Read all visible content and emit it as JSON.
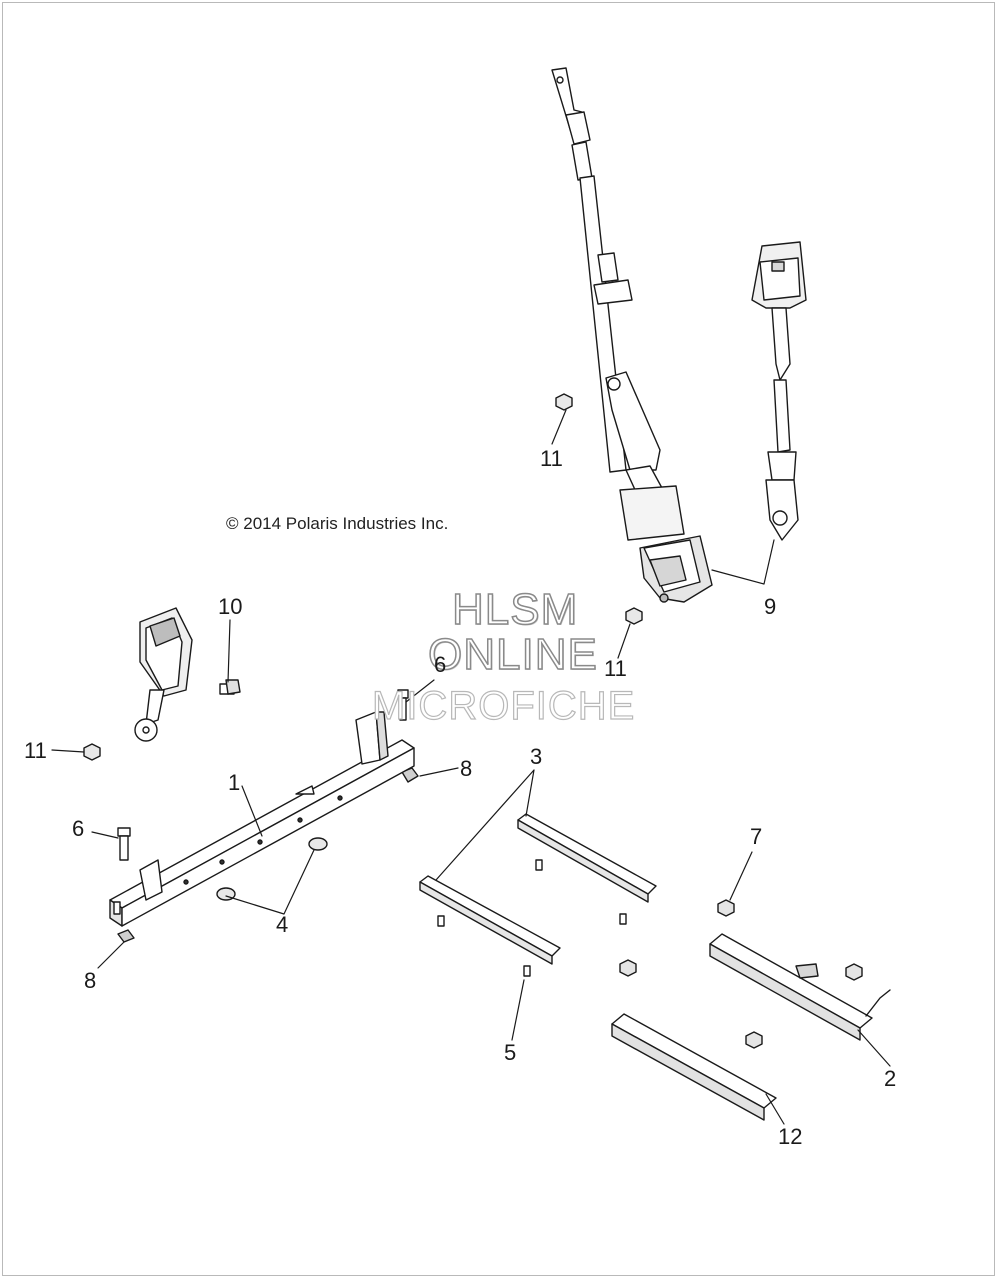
{
  "copyright": "© 2014 Polaris Industries Inc.",
  "watermark": {
    "line1": "HLSM",
    "line2": "ONLINE",
    "line3": "MICROFICHE"
  },
  "callouts": {
    "c1": "1",
    "c2": "2",
    "c3": "3",
    "c4": "4",
    "c5": "5",
    "c6a": "6",
    "c6b": "6",
    "c7": "7",
    "c8a": "8",
    "c8b": "8",
    "c9": "9",
    "c10": "10",
    "c11a": "11",
    "c11b": "11",
    "c11c": "11",
    "c12": "12"
  },
  "colors": {
    "line": "#1a1a1a",
    "part_fill": "#ffffff",
    "shade": "#d0d0d0",
    "watermark_stroke": "#8a8a8a"
  }
}
